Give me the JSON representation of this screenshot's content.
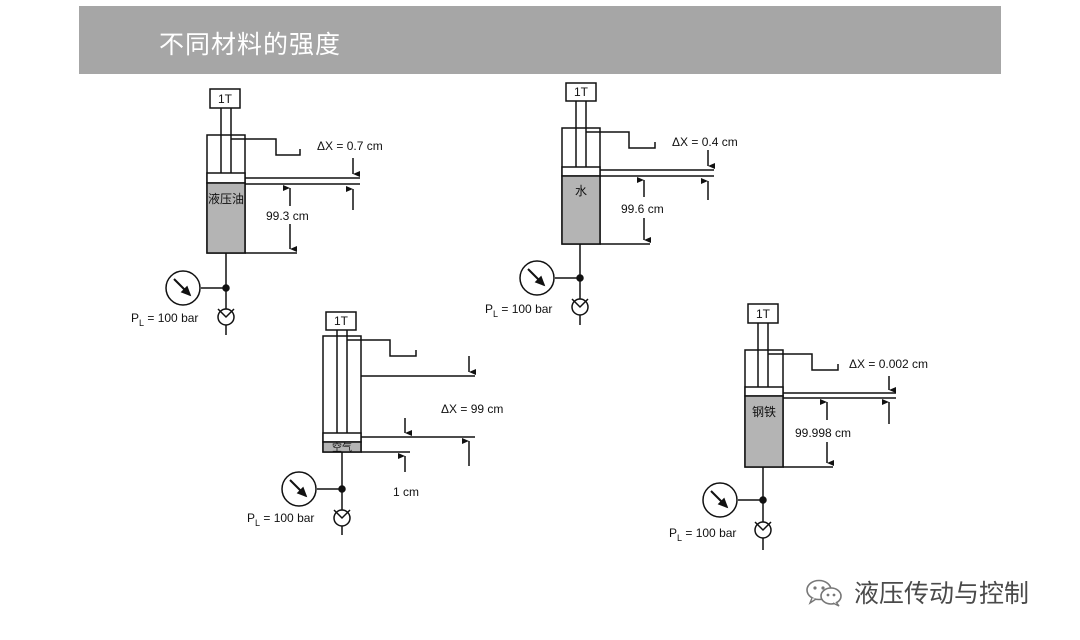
{
  "page": {
    "title": "不同材料的强度"
  },
  "cylinders": {
    "oil": {
      "load": "1T",
      "material": "液压油",
      "delta": "ΔX = 0.7 cm",
      "length": "99.3 cm",
      "pressure_main": "P",
      "pressure_sub": "L",
      "pressure_value": " = 100 bar"
    },
    "water": {
      "load": "1T",
      "material": "水",
      "delta": "ΔX = 0.4 cm",
      "length": "99.6 cm",
      "pressure_main": "P",
      "pressure_sub": "L",
      "pressure_value": " = 100 bar"
    },
    "air": {
      "load": "1T",
      "material": "空气",
      "delta": "ΔX = 99 cm",
      "length": "1 cm",
      "pressure_main": "P",
      "pressure_sub": "L",
      "pressure_value": " = 100 bar"
    },
    "steel": {
      "load": "1T",
      "material": "钢铁",
      "delta": "ΔX = 0.002 cm",
      "length": "99.998 cm",
      "pressure_main": "P",
      "pressure_sub": "L",
      "pressure_value": " = 100 bar"
    }
  },
  "watermark": {
    "text": "液压传动与控制",
    "icon": "wechat-icon"
  }
}
